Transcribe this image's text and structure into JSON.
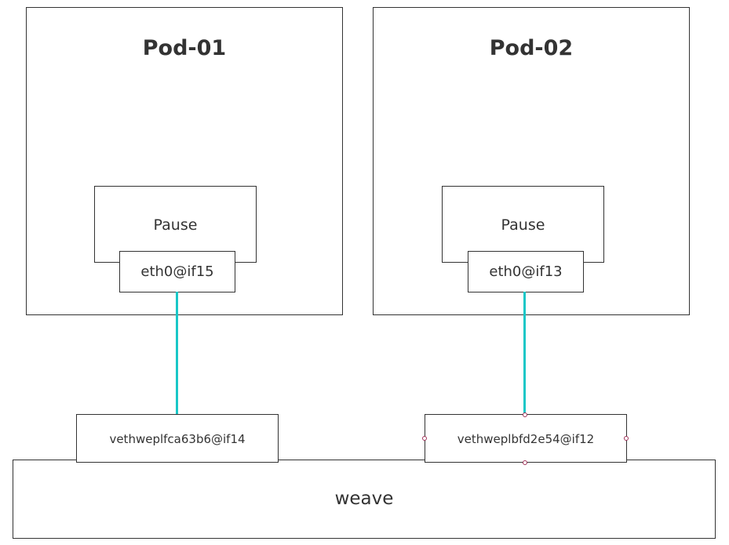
{
  "pods": [
    {
      "title": "Pod-01",
      "pause_label": "Pause",
      "interface_label": "eth0@if15",
      "veth_label": "vethweplfca63b6@if14"
    },
    {
      "title": "Pod-02",
      "pause_label": "Pause",
      "interface_label": "eth0@if13",
      "veth_label": "vethweplbfd2e54@if12"
    }
  ],
  "bridge": {
    "label": "weave"
  },
  "colors": {
    "link": "#19c7c7",
    "border": "#333333",
    "selection_handle": "#a0335a"
  }
}
